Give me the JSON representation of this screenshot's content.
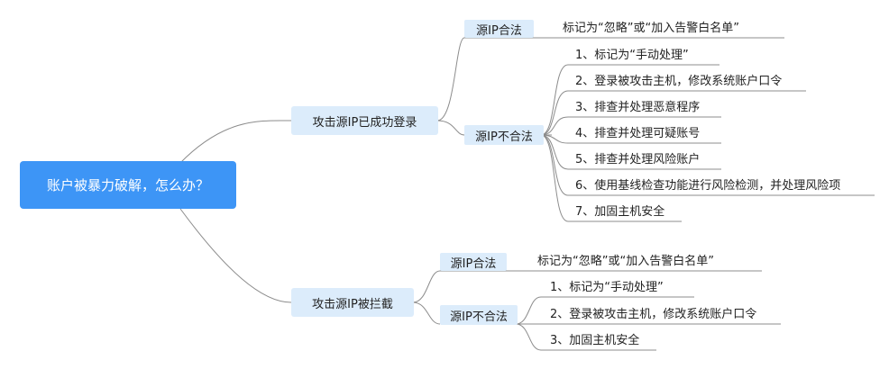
{
  "root": {
    "label": "账户被暴力破解，怎么办？"
  },
  "branches": [
    {
      "label": "攻击源IP已成功登录",
      "legit": {
        "label": "源IP合法",
        "actions": [
          "标记为“忽略”或“加入告警白名单”"
        ]
      },
      "illegit": {
        "label": "源IP不合法",
        "actions": [
          "1、标记为“手动处理”",
          "2、登录被攻击主机，修改系统账户口令",
          "3、排查并处理恶意程序",
          "4、排查并处理可疑账号",
          "5、排查并处理风险账户",
          "6、使用基线检查功能进行风险检测，并处理风险项",
          "7、加固主机安全"
        ]
      }
    },
    {
      "label": "攻击源IP被拦截",
      "legit": {
        "label": "源IP合法",
        "actions": [
          "标记为“忽略”或“加入告警白名单”"
        ]
      },
      "illegit": {
        "label": "源IP不合法",
        "actions": [
          "1、标记为“手动处理”",
          "2、登录被攻击主机，修改系统账户口令",
          "3、加固主机安全"
        ]
      }
    }
  ],
  "colors": {
    "root_fill": "#3d95f6",
    "node_fill": "#dcecfb",
    "connector": "#8c8c8c"
  }
}
